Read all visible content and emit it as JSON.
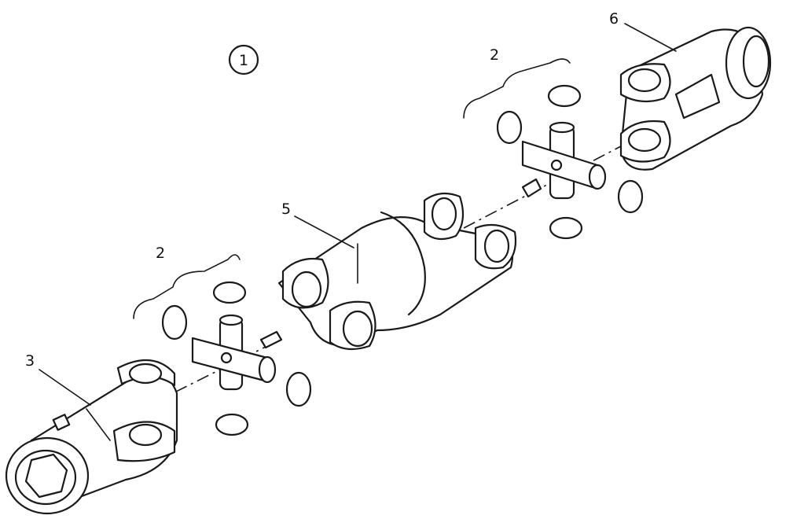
{
  "figure_number": "1",
  "callouts": {
    "yoke_end": "3",
    "cross_kit_left": "2",
    "cross_kit_right": "2",
    "center_yoke": "5",
    "outer_yoke": "6"
  },
  "colors": {
    "line": "#1a1a1a",
    "background": "#ffffff"
  }
}
